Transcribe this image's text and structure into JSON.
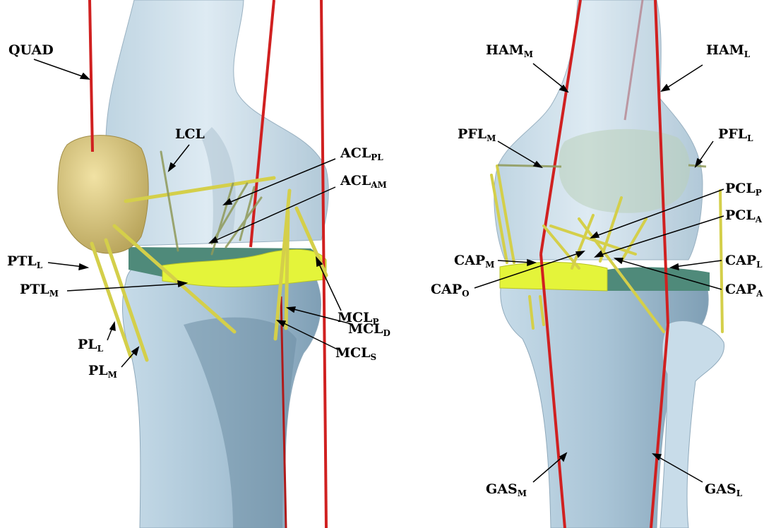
{
  "labels": {
    "quad": "QUAD",
    "lcl": "LCL",
    "acl_pl": {
      "base": "ACL",
      "sub": "PL"
    },
    "acl_am": {
      "base": "ACL",
      "sub": "AM"
    },
    "ptl_l": {
      "base": "PTL",
      "sub": "L"
    },
    "ptl_m": {
      "base": "PTL",
      "sub": "M"
    },
    "pl_l": {
      "base": "PL",
      "sub": "L"
    },
    "pl_m": {
      "base": "PL",
      "sub": "M"
    },
    "mcl_p": {
      "base": "MCL",
      "sub": "P"
    },
    "mcl_d": {
      "base": "MCL",
      "sub": "D"
    },
    "mcl_s": {
      "base": "MCL",
      "sub": "S"
    },
    "ham_m": {
      "base": "HAM",
      "sub": "M"
    },
    "ham_l": {
      "base": "HAM",
      "sub": "L"
    },
    "pfl_m": {
      "base": "PFL",
      "sub": "M"
    },
    "pfl_l": {
      "base": "PFL",
      "sub": "L"
    },
    "pcl_p": {
      "base": "PCL",
      "sub": "P"
    },
    "pcl_a": {
      "base": "PCL",
      "sub": "A"
    },
    "cap_m": {
      "base": "CAP",
      "sub": "M"
    },
    "cap_o": {
      "base": "CAP",
      "sub": "O"
    },
    "cap_l": {
      "base": "CAP",
      "sub": "L"
    },
    "cap_a": {
      "base": "CAP",
      "sub": "A"
    },
    "gas_m": {
      "base": "GAS",
      "sub": "M"
    },
    "gas_l": {
      "base": "GAS",
      "sub": "L"
    }
  },
  "colors": {
    "bone": "#cfe1ec",
    "bone_shade": "#9fbacb",
    "muscle": "#d02020",
    "ligament": "#d4cf4a",
    "meniscus": "#e4f43a",
    "plateau": "#4f8a7a",
    "patella": "#d8c77a"
  }
}
